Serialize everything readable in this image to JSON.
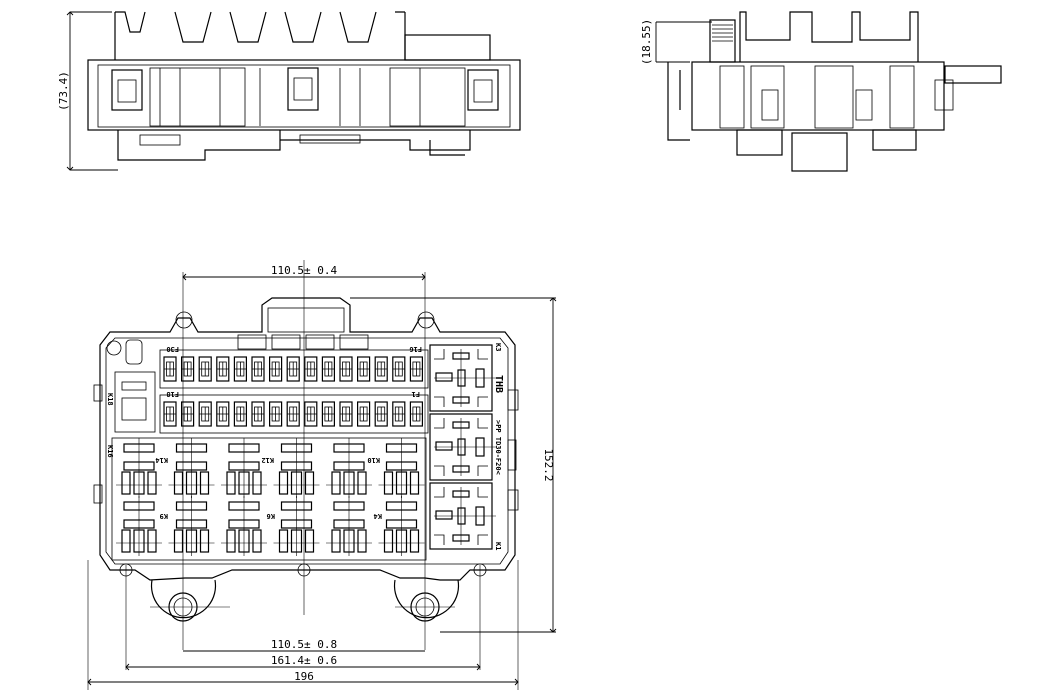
{
  "drawing": {
    "front_view": {
      "height_dim": "(73.4)"
    },
    "side_view": {
      "height_dim": "(18.55)"
    },
    "plan_view": {
      "dim_top": "110.5± 0.4",
      "dim_right": "152.2",
      "dim_bottom_1": "110.5± 0.8",
      "dim_bottom_2": "161.4± 0.6",
      "dim_bottom_3": "196",
      "fuse_labels": {
        "top_left": "F30",
        "top_right": "F16",
        "mid_left": "F18",
        "mid_right": "F1"
      },
      "relay_labels": [
        "K18",
        "K16",
        "K14",
        "K12",
        "K10",
        "K9",
        "K6",
        "K4",
        "K3",
        "K1"
      ],
      "side_text_1": "THB",
      "side_text_2": ">PP TD30-F20<",
      "fuse_rows": 2,
      "fuses_per_row": 15,
      "relay_columns": 6,
      "relay_rows": 2,
      "large_relays": 3
    }
  }
}
